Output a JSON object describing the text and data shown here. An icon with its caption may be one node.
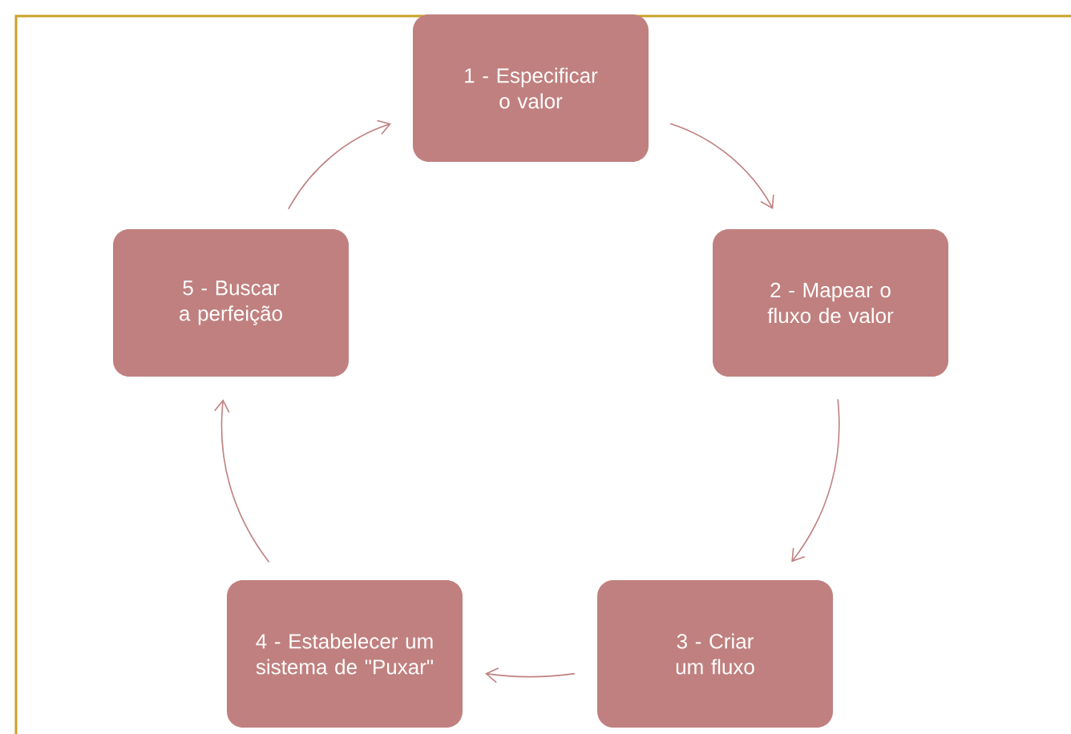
{
  "diagram": {
    "nodes": [
      {
        "text": [
          "1 - Especificar o valor"
        ]
      },
      {
        "text": [
          "2 - Mapear o fluxo de valor"
        ]
      },
      {
        "text": [
          "3 - Criar um fluxo"
        ]
      },
      {
        "text": [
          "4 - Estabelecer um sistema de \"Puxar\""
        ]
      },
      {
        "text": [
          "5 - Buscar a perfeição"
        ]
      }
    ],
    "edges": [
      {
        "from": 0,
        "to": 1,
        "arrow": "to"
      },
      {
        "from": 1,
        "to": 2,
        "arrow": "to"
      },
      {
        "from": 2,
        "to": 3,
        "arrow": "to"
      },
      {
        "from": 3,
        "to": 4,
        "arrow": "to"
      },
      {
        "from": 4,
        "to": 0,
        "arrow": "to"
      }
    ]
  }
}
